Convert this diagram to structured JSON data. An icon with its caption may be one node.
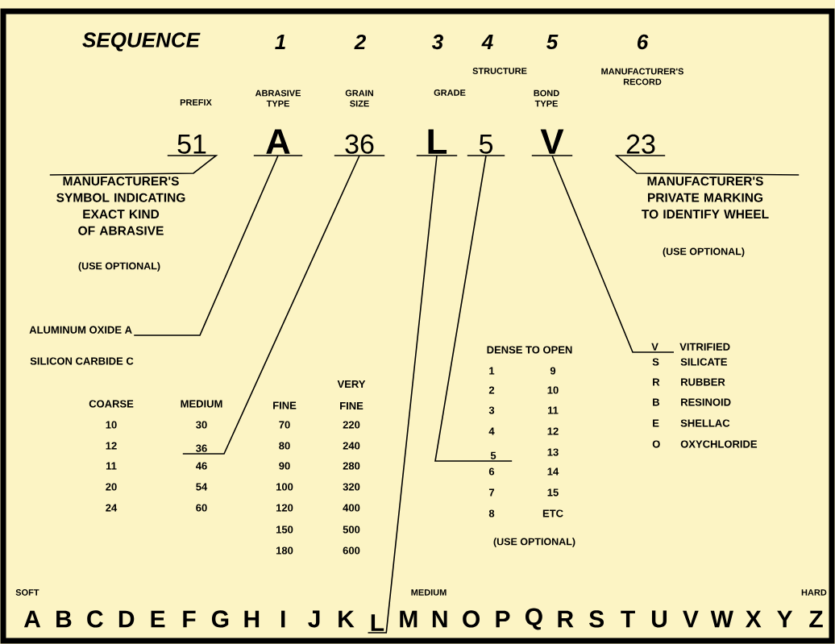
{
  "diagram": {
    "nodes": [
      {
        "text": [
          "51"
        ]
      },
      {
        "text": [
          "A"
        ]
      },
      {
        "text": [
          "36"
        ]
      },
      {
        "text": [
          "L"
        ]
      },
      {
        "text": [
          "5"
        ]
      },
      {
        "text": [
          "V"
        ]
      },
      {
        "text": [
          "23"
        ]
      },
      {
        "text": [
          "MANUFACTURER'S SYMBOL INDICATING EXACT KIND OF ABRASIVE"
        ]
      },
      {
        "text": [
          "ALUMINUM OXIDE A"
        ]
      },
      {
        "text": [
          "36"
        ]
      },
      {
        "text": [
          "L"
        ]
      },
      {
        "text": [
          "5"
        ]
      },
      {
        "text": [
          "V",
          "VITRIFIED"
        ]
      },
      {
        "text": [
          "MANUFACTURER'S PRIVATE MARKING TO IDENTIFY WHEEL"
        ]
      }
    ],
    "edges": [
      {
        "from": 0,
        "to": 7,
        "arrow": "none"
      },
      {
        "from": 1,
        "to": 8,
        "arrow": "none"
      },
      {
        "from": 2,
        "to": 9,
        "arrow": "none"
      },
      {
        "from": 3,
        "to": 10,
        "arrow": "none"
      },
      {
        "from": 4,
        "to": 11,
        "arrow": "none"
      },
      {
        "from": 5,
        "to": 12,
        "arrow": "none"
      },
      {
        "from": 6,
        "to": 13,
        "arrow": "none"
      }
    ],
    "labels": [
      "SEQUENCE",
      "1",
      "2",
      "3",
      "4",
      "5",
      "6",
      "STRUCTURE",
      "MANUFACTURER'S RECORD",
      "PREFIX",
      "ABRASIVE TYPE",
      "GRAIN SIZE",
      "GRADE",
      "BOND TYPE",
      "(USE OPTIONAL)",
      "(USE OPTIONAL)",
      "SILICON CARBIDE C",
      "DENSE TO OPEN",
      "S",
      "SILICATE",
      "R",
      "RUBBER",
      "B",
      "RESINOID",
      "E",
      "SHELLAC",
      "O",
      "OXYCHLORIDE",
      "VERY FINE",
      "COARSE",
      "MEDIUM",
      "FINE",
      "10",
      "30",
      "70",
      "220",
      "12",
      "80",
      "240",
      "11",
      "46",
      "90",
      "280",
      "20",
      "54",
      "100",
      "320",
      "24",
      "60",
      "120",
      "400",
      "150",
      "500",
      "180",
      "600",
      "1",
      "9",
      "2",
      "10",
      "3",
      "11",
      "4",
      "12",
      "13",
      "6",
      "14",
      "7",
      "15",
      "8",
      "ETC",
      "(USE OPTIONAL)",
      "SOFT",
      "MEDIUM",
      "HARD",
      "A",
      "B",
      "C",
      "D",
      "E",
      "F",
      "G",
      "H",
      "I",
      "J",
      "K",
      "M",
      "N",
      "O",
      "P",
      "Q",
      "R",
      "S",
      "T",
      "U",
      "V",
      "W",
      "X",
      "Y",
      "Z"
    ]
  }
}
